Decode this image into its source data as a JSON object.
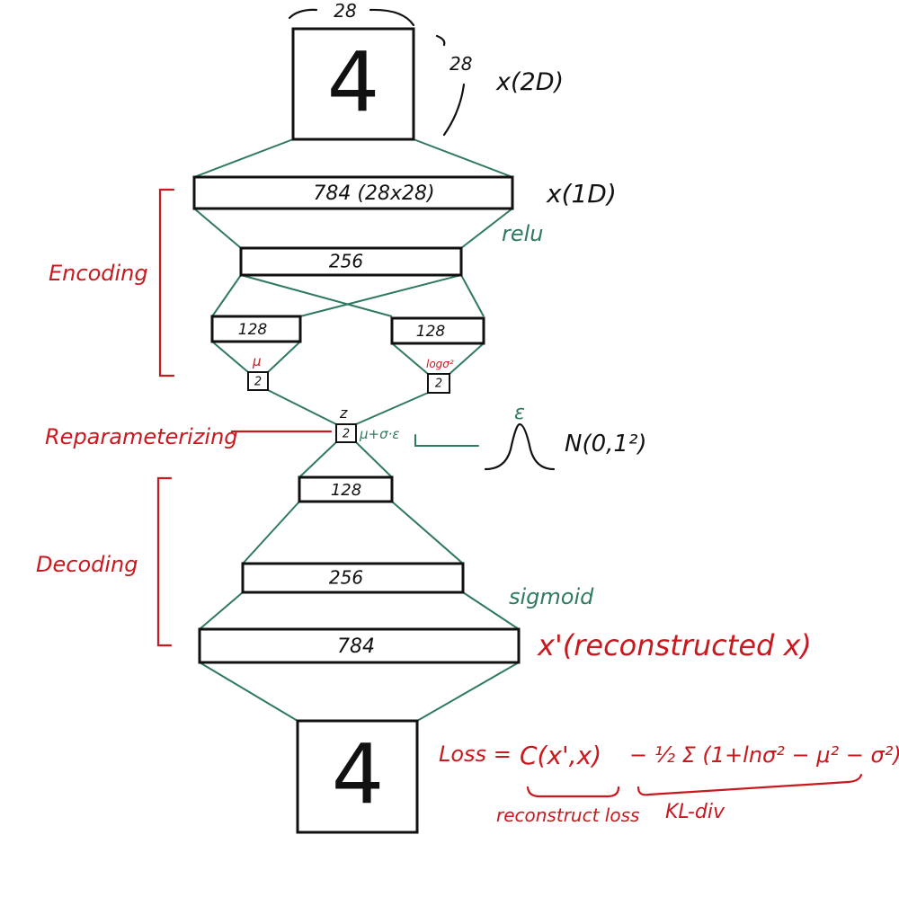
{
  "colors": {
    "ink": "#111111",
    "red": "#c8191f",
    "green": "#2f7a5e"
  },
  "input_image": {
    "digit": "4",
    "width_label": "28",
    "height_label": "28",
    "label": "x(2D)"
  },
  "encoder": {
    "input_layer": {
      "label": "784 (28x28)",
      "side_label": "x(1D)"
    },
    "activation": "relu",
    "hidden": "256",
    "mu_branch": {
      "label": "128",
      "param": "μ",
      "latent": "2"
    },
    "logvar_branch": {
      "label": "128",
      "param": "logσ²",
      "latent": "2"
    }
  },
  "latent": {
    "symbol": "z",
    "dim": "2",
    "formula": "μ+σ·ε"
  },
  "noise": {
    "symbol": "ε",
    "distribution": "N(0,1²)"
  },
  "decoder": {
    "hidden1": "128",
    "hidden2": "256",
    "activation": "sigmoid",
    "output_layer": "784",
    "output_label": "x'(reconstructed x)"
  },
  "output_image": {
    "digit": "4"
  },
  "section_labels": {
    "encoding": "Encoding",
    "reparam": "Reparameterizing",
    "decoding": "Decoding"
  },
  "loss": {
    "prefix": "Loss =",
    "recon_term": "C(x',x)",
    "kl_term": "− ½ Σ (1+lnσ² − μ² − σ²)",
    "recon_note": "reconstruct loss",
    "kl_note": "KL-div"
  }
}
